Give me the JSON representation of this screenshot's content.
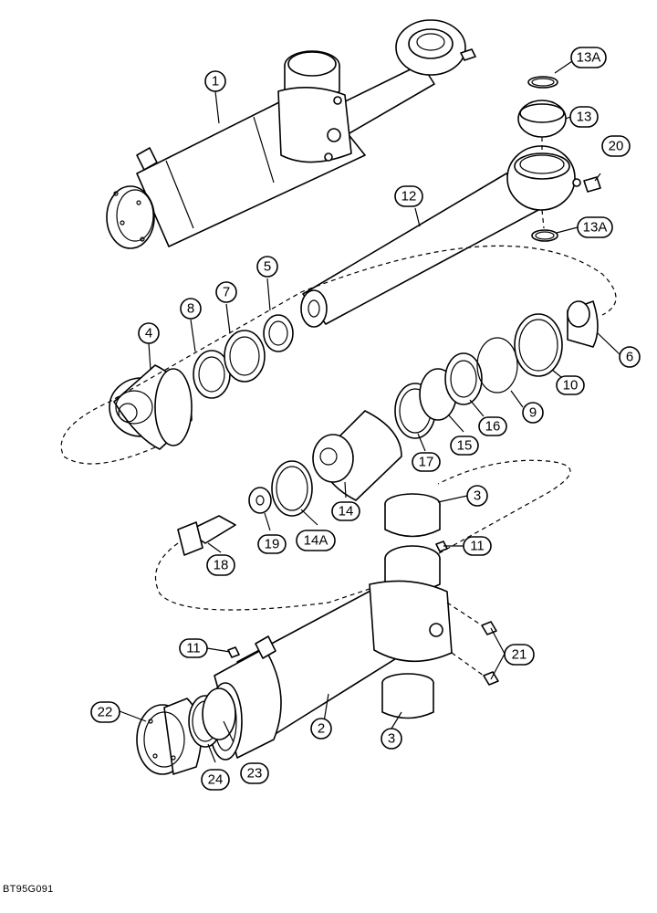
{
  "callouts": {
    "c1": "1",
    "c2": "2",
    "c3a": "3",
    "c3b": "3",
    "c4": "4",
    "c5": "5",
    "c6": "6",
    "c7": "7",
    "c8": "8",
    "c9": "9",
    "c10": "10",
    "c11a": "11",
    "c11b": "11",
    "c12": "12",
    "c13": "13",
    "c13a_top": "13A",
    "c13a_bottom": "13A",
    "c14": "14",
    "c14a": "14A",
    "c15": "15",
    "c16": "16",
    "c17": "17",
    "c18": "18",
    "c19": "19",
    "c20": "20",
    "c21": "21",
    "c22": "22",
    "c23": "23",
    "c24": "24"
  },
  "figure_id": "BT95G091"
}
